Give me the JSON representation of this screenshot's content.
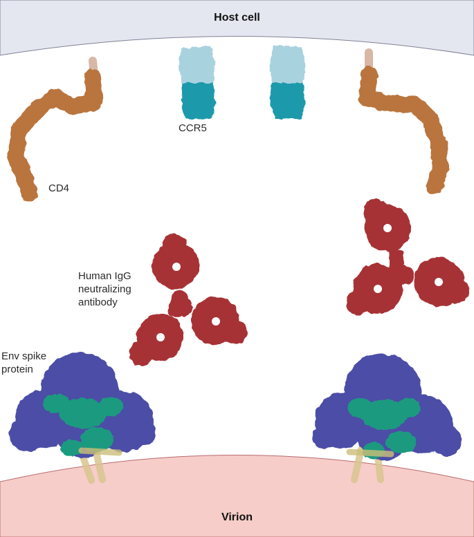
{
  "labels": {
    "host_cell": "Host cell",
    "virion": "Virion",
    "ccr5": "CCR5",
    "cd4": "CD4",
    "igg": [
      "Human IgG",
      "neutralizing",
      "antibody"
    ],
    "env": [
      "Env spike",
      "protein"
    ]
  },
  "colors": {
    "host_membrane": "#e4e7ef",
    "host_edge": "#7e8096",
    "virion_membrane": "#f6cdc8",
    "virion_edge": "#b86a70",
    "ccr5_top": "#a9d2df",
    "ccr5_bottom": "#1a9aab",
    "cd4": "#b9753d",
    "cd4_stalk": "#d8b7a6",
    "antibody": "#a63035",
    "env_outer": "#4b4ea6",
    "env_inner": "#1f9a7f",
    "env_stalk": "#d8c48e"
  }
}
